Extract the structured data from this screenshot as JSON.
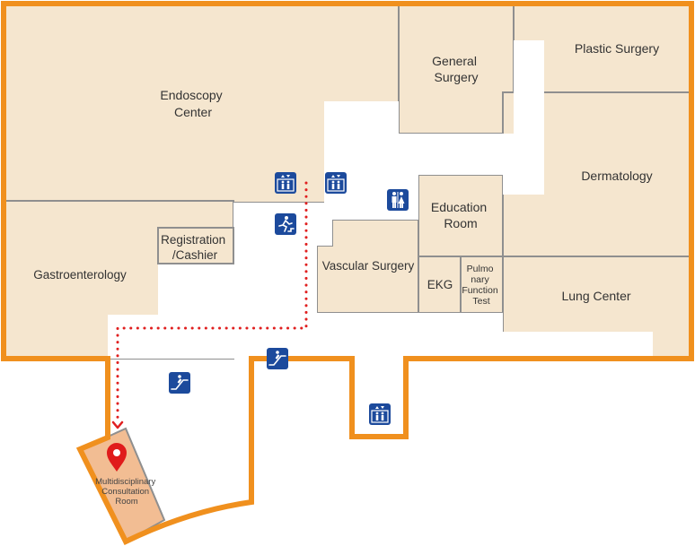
{
  "rooms": {
    "endoscopy": [
      "Endoscopy",
      "Center"
    ],
    "general_surgery": [
      "General",
      "Surgery"
    ],
    "plastic_surgery": "Plastic Surgery",
    "dermatology": "Dermatology",
    "education_room": [
      "Education",
      "Room"
    ],
    "registration": [
      "Registration",
      "/Cashier"
    ],
    "gastroenterology": "Gastroenterology",
    "vascular_surgery": "Vascular Surgery",
    "ekg": "EKG",
    "pulmonary_function": [
      "Pulmo",
      "nary",
      "Function",
      "Test"
    ],
    "lung_center": "Lung Center",
    "consultation": [
      "Multidisciplinary",
      "Consultation",
      "Room"
    ]
  },
  "icons": {
    "elevator": "elevator-icon",
    "restroom": "restroom-icon",
    "emergency_exit": "emergency-exit-icon",
    "escalator": "escalator-icon",
    "destination": "location-pin-icon"
  },
  "colors": {
    "room_fill": "#f5e6cf",
    "outline": "#f0901e",
    "destination_fill": "#f2bd93",
    "route": "#e02020",
    "icon": "#1c4a9c",
    "pin": "#e01b1b"
  }
}
